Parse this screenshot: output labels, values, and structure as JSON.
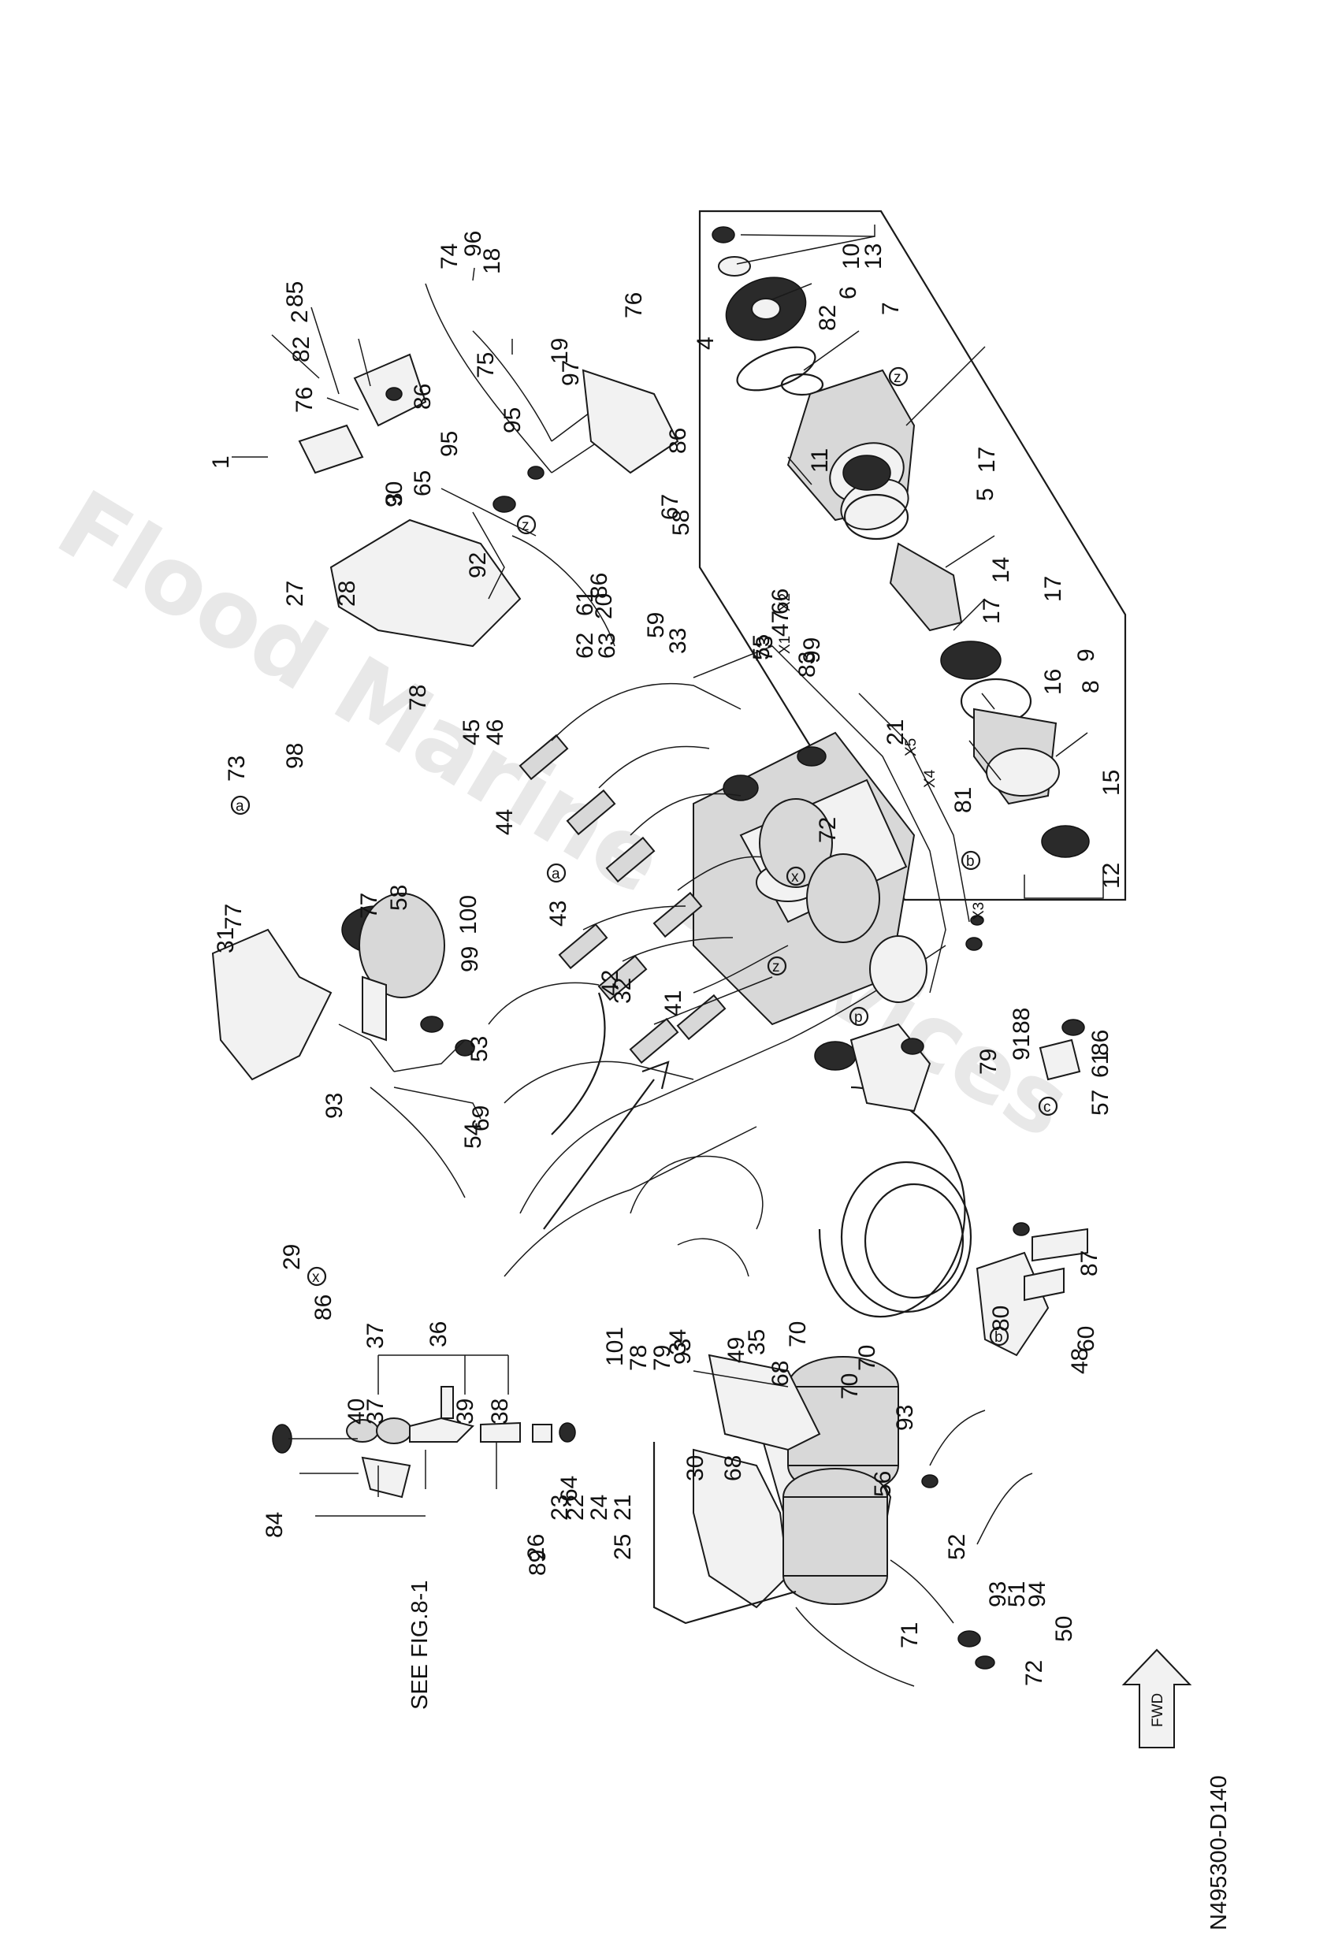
{
  "diagram": {
    "drawing_number": "N495300-D140",
    "reference_note": "SEE FIG.8-1",
    "direction_arrow_label": "FWD",
    "watermark": "Flood Marine Services",
    "part_labels": [
      "1",
      "2",
      "3",
      "4",
      "5",
      "6",
      "7",
      "8",
      "9",
      "10",
      "11",
      "12",
      "13",
      "14",
      "15",
      "16",
      "17",
      "17",
      "17",
      "18",
      "19",
      "20",
      "21",
      "21",
      "22",
      "23",
      "24",
      "25",
      "26",
      "27",
      "28",
      "29",
      "30",
      "31",
      "32",
      "33",
      "34",
      "35",
      "36",
      "37",
      "37",
      "38",
      "39",
      "40",
      "41",
      "42",
      "43",
      "44",
      "45",
      "46",
      "47",
      "48",
      "49",
      "50",
      "51",
      "52",
      "53",
      "54",
      "55",
      "56",
      "57",
      "58",
      "58",
      "59",
      "60",
      "61",
      "61",
      "62",
      "63",
      "64",
      "65",
      "66",
      "67",
      "68",
      "68",
      "69",
      "70",
      "70",
      "70",
      "71",
      "72",
      "72",
      "73",
      "73",
      "74",
      "75",
      "76",
      "76",
      "77",
      "77",
      "78",
      "78",
      "79",
      "79",
      "80",
      "81",
      "82",
      "82",
      "83",
      "84",
      "85",
      "86",
      "86",
      "86",
      "86",
      "86",
      "87",
      "88",
      "89",
      "90",
      "91",
      "92",
      "93",
      "93",
      "93",
      "93",
      "94",
      "95",
      "95",
      "96",
      "97",
      "98",
      "99",
      "99",
      "100",
      "101"
    ],
    "callout_letters": [
      "a",
      "a",
      "b",
      "b",
      "c",
      "p",
      "z",
      "z",
      "z",
      "x",
      "x"
    ],
    "x_marks": [
      "X1",
      "X2",
      "X3",
      "X4",
      "X5"
    ]
  }
}
